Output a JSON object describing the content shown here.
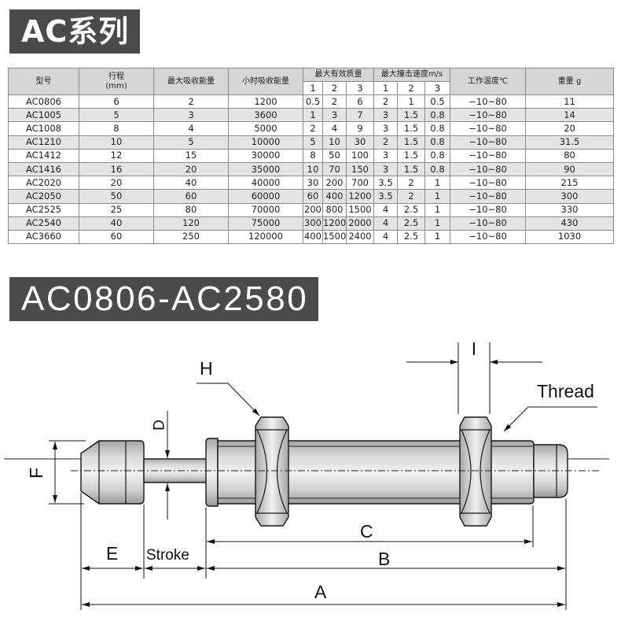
{
  "banners": {
    "series_title": "AC系列",
    "range_title": "AC0806-AC2580"
  },
  "table": {
    "headers": {
      "model": "型号",
      "stroke_line1": "行程",
      "stroke_line2": "(mm)",
      "max_energy": "最大吸收能量",
      "hourly_energy": "小时吸收能量",
      "max_mass": "最大有效质量",
      "max_mass_sub": [
        "1",
        "2",
        "3"
      ],
      "max_speed": "最大撞击速度m/s",
      "max_speed_sub": [
        "1",
        "2",
        "3"
      ],
      "temp": "工作温度℃",
      "weight": "重量 g"
    },
    "rows": [
      [
        "AC0806",
        "6",
        "2",
        "1200",
        "0.5",
        "2",
        "6",
        "2",
        "1",
        "0.5",
        "−10~80",
        "11"
      ],
      [
        "AC1005",
        "5",
        "3",
        "3600",
        "1",
        "3",
        "7",
        "3",
        "1.5",
        "0.8",
        "−10~80",
        "14"
      ],
      [
        "AC1008",
        "8",
        "4",
        "5000",
        "2",
        "4",
        "9",
        "3",
        "1.5",
        "0.8",
        "−10~80",
        "20"
      ],
      [
        "AC1210",
        "10",
        "5",
        "10000",
        "5",
        "10",
        "30",
        "2",
        "1.5",
        "0.8",
        "−10~80",
        "31.5"
      ],
      [
        "AC1412",
        "12",
        "15",
        "30000",
        "8",
        "50",
        "100",
        "3",
        "1.5",
        "0.8",
        "−10~80",
        "80"
      ],
      [
        "AC1416",
        "16",
        "20",
        "35000",
        "10",
        "70",
        "150",
        "3",
        "1.5",
        "0.8",
        "−10~80",
        "90"
      ],
      [
        "AC2020",
        "20",
        "40",
        "40000",
        "30",
        "200",
        "700",
        "3.5",
        "2",
        "1",
        "−10~80",
        "215"
      ],
      [
        "AC2050",
        "50",
        "60",
        "60000",
        "60",
        "400",
        "1200",
        "3.5",
        "2",
        "1",
        "−10~80",
        "300"
      ],
      [
        "AC2525",
        "25",
        "80",
        "70000",
        "200",
        "800",
        "1500",
        "4",
        "2.5",
        "1",
        "−10~80",
        "330"
      ],
      [
        "AC2540",
        "40",
        "120",
        "75000",
        "300",
        "1200",
        "2000",
        "4",
        "2.5",
        "1",
        "−10~80",
        "430"
      ],
      [
        "AC3660",
        "60",
        "250",
        "120000",
        "400",
        "1500",
        "2400",
        "4",
        "2.5",
        "1",
        "−10~80",
        "1030"
      ]
    ]
  },
  "drawing": {
    "labels": {
      "h": "H",
      "i": "I",
      "thread": "Thread",
      "d": "D",
      "f": "F",
      "e": "E",
      "stroke": "Stroke",
      "c": "C",
      "b": "B",
      "a": "A"
    }
  },
  "colors": {
    "banner_bg": "#4b4b4b",
    "header_bg": "#d6d6d6",
    "row_alt_bg": "#e4e4e4"
  }
}
